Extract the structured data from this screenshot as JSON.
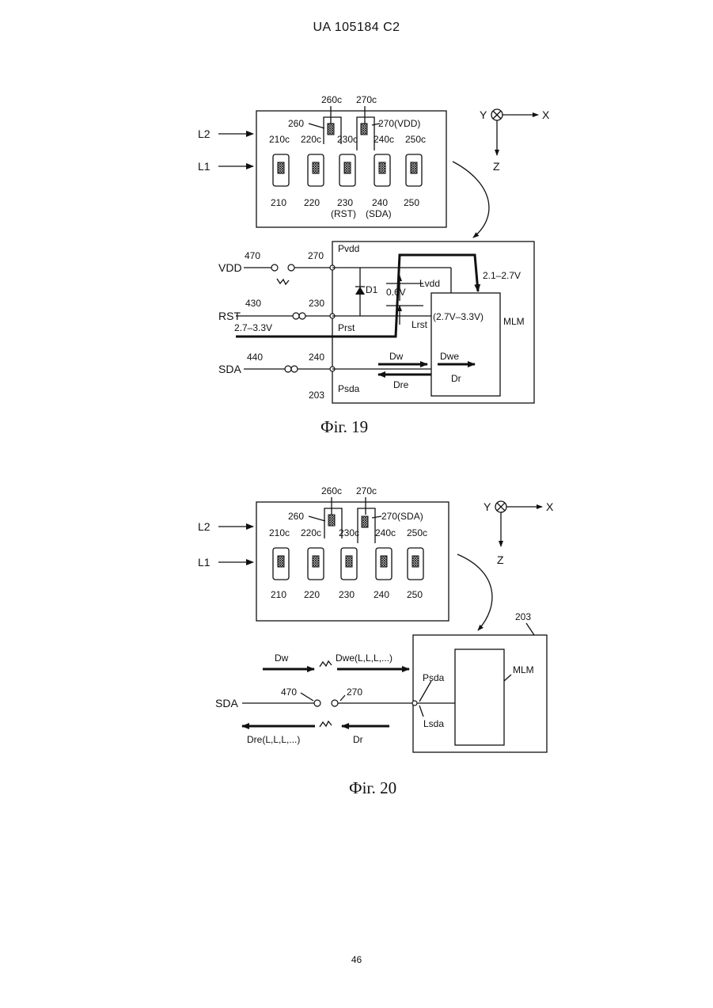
{
  "header": "UA   105184   C2",
  "page_number": "46",
  "axes": {
    "y": "Y",
    "x": "X",
    "z": "Z"
  },
  "fig19": {
    "caption": "Фіг. 19",
    "layers": [
      "L2",
      "L1"
    ],
    "contacts_top": [
      "260c",
      "270c"
    ],
    "pins_top": [
      "260",
      "270(VDD)"
    ],
    "contact_row": [
      "210c",
      "220c",
      "230c",
      "240c",
      "250c"
    ],
    "pin_row": [
      "210",
      "220",
      "230",
      "240",
      "250"
    ],
    "pin_sub": [
      "(RST)",
      "(SDA)"
    ],
    "signals": [
      "VDD",
      "RST",
      "SDA"
    ],
    "host_pins": [
      "470",
      "430",
      "440"
    ],
    "board_pins": [
      "270",
      "230",
      "240"
    ],
    "ports": [
      "Pvdd",
      "Prst",
      "Psda"
    ],
    "labels": {
      "d1": "D1",
      "v06": "0.6V",
      "lvdd": "Lvdd",
      "lrst": "Lrst",
      "range_top": "2.1–2.7V",
      "range_mlm": "(2.7V–3.3V)",
      "mlm": "MLM",
      "rst_v": "2.7–3.3V",
      "dw": "Dw",
      "dwe": "Dwe",
      "dr": "Dr",
      "dre": "Dre",
      "ref": "203"
    }
  },
  "fig20": {
    "caption": "Фіг. 20",
    "layers": [
      "L2",
      "L1"
    ],
    "contacts_top": [
      "260c",
      "270c"
    ],
    "pins_top": [
      "260",
      "270(SDA)"
    ],
    "contact_row": [
      "210c",
      "220c",
      "230c",
      "240c",
      "250c"
    ],
    "pin_row": [
      "210",
      "220",
      "230",
      "240",
      "250"
    ],
    "labels": {
      "ref": "203",
      "dw": "Dw",
      "dwe": "Dwe(L,L,L,...)",
      "psda": "Psda",
      "mlm": "MLM",
      "sda": "SDA",
      "p470": "470",
      "p270": "270",
      "lsda": "Lsda",
      "dre": "Dre(L,L,L,...)",
      "dr": "Dr"
    }
  }
}
